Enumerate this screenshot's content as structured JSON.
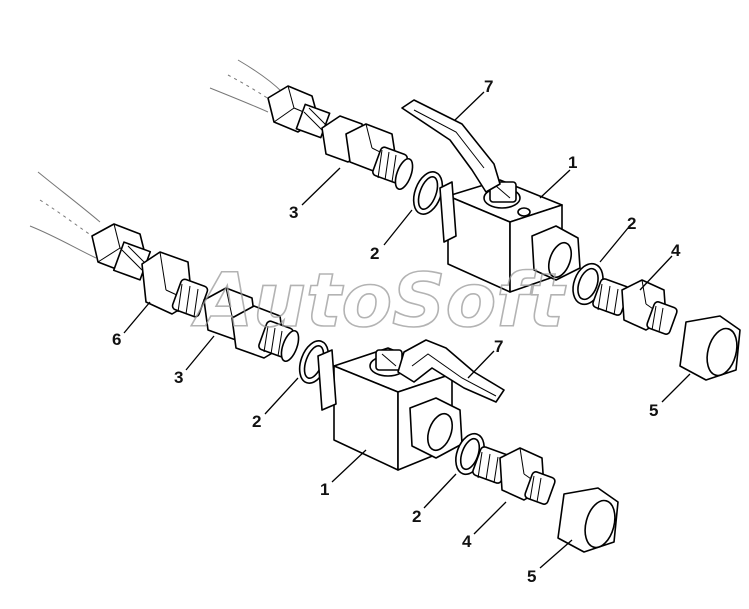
{
  "watermark": {
    "text": "AutoSoft"
  },
  "callouts": {
    "upper_valve": {
      "body": "1",
      "handle": "7",
      "seal_inlet": "2",
      "seal_outlet": "2",
      "adapter_inlet": "3",
      "adapter_outlet": "4",
      "cap": "5"
    },
    "lower_valve": {
      "body": "1",
      "handle": "7",
      "seal_inlet": "2",
      "seal_outlet": "2",
      "adapter_inlet": "3",
      "adapter_outlet": "4",
      "cap": "5",
      "hose_nut": "6"
    }
  }
}
